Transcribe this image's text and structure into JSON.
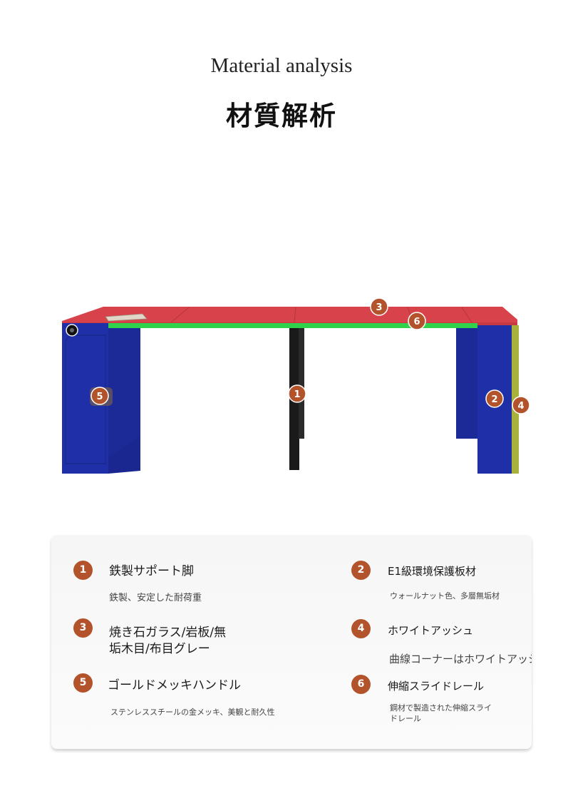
{
  "header": {
    "title_en": "Material analysis",
    "title_jp": "材質解析"
  },
  "colors": {
    "badge": "#b3532b",
    "tabletop": "#d8434b",
    "board": "#1f2fa8",
    "rail": "#2fd24a",
    "corner": "#a8b23a",
    "leg": "#1a1a1a"
  },
  "illustration_badges": [
    "1",
    "2",
    "3",
    "4",
    "5",
    "6"
  ],
  "materials": [
    {
      "number": "1",
      "name": "鉄製サポート脚",
      "desc": "鉄製、安定した耐荷重"
    },
    {
      "number": "2",
      "name": "E1級環境保護板材",
      "desc": "ウォールナット色、多層無垢材"
    },
    {
      "number": "3",
      "name_line1": "焼き石ガラス/岩板/無",
      "name_line2": "垢木目/布目グレー"
    },
    {
      "number": "4",
      "name": "ホワイトアッシュ",
      "desc": "曲線コーナーはホワイトアッシュ"
    },
    {
      "number": "5",
      "name": "ゴールドメッキハンドル",
      "desc": "ステンレススチールの金メッキ、美観と耐久性"
    },
    {
      "number": "6",
      "name": "伸縮スライドレール",
      "desc_line1": "鋼材で製造された伸縮スライ",
      "desc_line2": "ドレール"
    }
  ]
}
